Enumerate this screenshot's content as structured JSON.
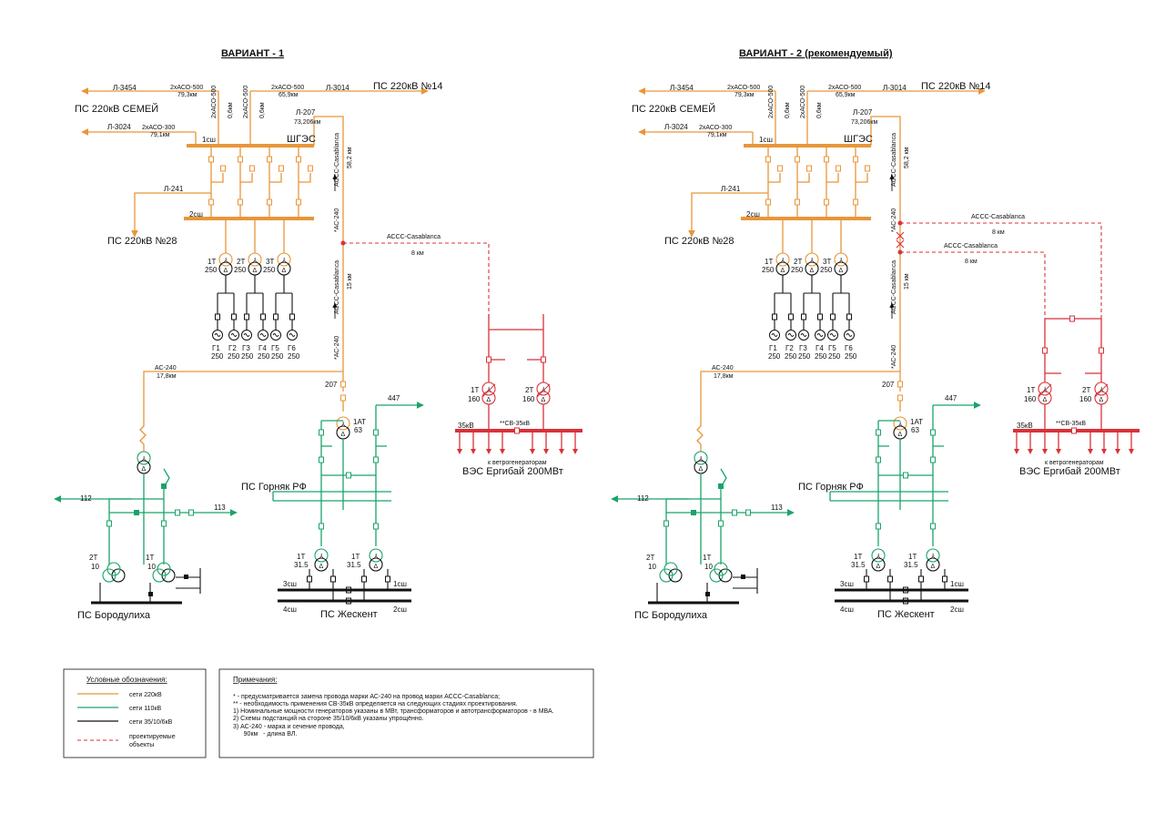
{
  "variant1": {
    "title": "ВАРИАНТ - 1",
    "l3454": "Л-3454",
    "l3454_w": "2хАСО-500",
    "l3454_km": "79,3км",
    "l3014": "Л-3014",
    "l3014_w": "2хАСО-500",
    "l3014_km": "65,9км",
    "ps14": "ПС 220кВ №14",
    "semey": "ПС 220кВ СЕМЕЙ",
    "l3024": "Л-3024",
    "l3024_w": "2хАСО-300",
    "l3024_km": "79,1км",
    "l207": "Л-207",
    "l207_km": "73,206км",
    "v1": "2хАСО-500",
    "v1b": "0,6км",
    "v2": "2хАСО-500",
    "v2b": "0,6км",
    "bus1": "1сш",
    "shges": "ШГЭС",
    "bus2": "2сш",
    "l241": "Л-241",
    "ps28": "ПС 220кВ №28",
    "t1": "1Т",
    "t1v": "250",
    "t2": "2Т",
    "t2v": "250",
    "t3": "3Т",
    "t3v": "250",
    "gens": [
      "Г1",
      "Г2",
      "Г3",
      "Г4",
      "Г5",
      "Г6"
    ],
    "genv": "250",
    "accc1": "АССС-Casablanca",
    "km582": "58,2 км",
    "ac240a": "*АС-240",
    "accc2": "АССС-Casablanca",
    "km8": "8 км",
    "km15": "15 км",
    "accc3": "АССС-Casablanca",
    "ac240b": "*АС-240",
    "ac240c": "АС-240",
    "km178": "17,8км",
    "n207": "207",
    "n447": "447",
    "at1": "1АТ",
    "at1v": "63",
    "gornyak": "ПС Горняк РФ",
    "n112": "112",
    "n113": "113",
    "b2t": "2Т",
    "b2tv": "10",
    "b1t": "1Т",
    "b1tv": "10",
    "borod": "ПС Бородулиха",
    "z1t": "1Т",
    "z1tv": "31.5",
    "z2t": "1Т",
    "z2tv": "31.5",
    "zh3": "3сш",
    "zh1": "1сш",
    "zh4": "4сш",
    "zh2": "2сш",
    "zhesk": "ПС Жескент",
    "w1": "1Т",
    "w1v": "160",
    "w2": "2Т",
    "w2v": "160",
    "w35": "35кВ",
    "wsv": "**СВ-35кВ",
    "wgen": "к ветрогенераторам",
    "wes": "ВЭС Ергибай 200МВт"
  },
  "variant2": {
    "title": "ВАРИАНТ - 2 (рекомендуемый)",
    "l3454": "Л-3454",
    "l3454_w": "2хАСО-500",
    "l3454_km": "79,3км",
    "l3014": "Л-3014",
    "l3014_w": "2хАСО-500",
    "l3014_km": "65,9км",
    "ps14": "ПС 220кВ №14",
    "semey": "ПС 220кВ СЕМЕЙ",
    "l3024": "Л-3024",
    "l3024_w": "2хАСО-300",
    "l3024_km": "79,1км",
    "l207": "Л-207",
    "l207_km": "73,206км",
    "v1": "2хАСО-500",
    "v1b": "0,6км",
    "v2": "2хАСО-500",
    "v2b": "0,6км",
    "bus1": "1сш",
    "shges": "ШГЭС",
    "bus2": "2сш",
    "l241": "Л-241",
    "ps28": "ПС 220кВ №28",
    "t1": "1Т",
    "t1v": "250",
    "t2": "2Т",
    "t2v": "250",
    "t3": "3Т",
    "t3v": "250",
    "gens": [
      "Г1",
      "Г2",
      "Г3",
      "Г4",
      "Г5",
      "Г6"
    ],
    "genv": "250",
    "accc1": "АССС-Casablanca",
    "km582": "58,2 км",
    "ac240a": "*АС-240",
    "accc2": "АССС-Casablanca",
    "km8a": "8 км",
    "accc4": "АССС-Casablanca",
    "km8b": "8 км",
    "km15": "15 км",
    "accc3": "АССС-Casablanca",
    "ac240b": "*АС-240",
    "ac240c": "АС-240",
    "km178": "17,8км",
    "n207": "207",
    "n447": "447",
    "at1": "1АТ",
    "at1v": "63",
    "gornyak": "ПС Горняк РФ",
    "n112": "112",
    "n113": "113",
    "b2t": "2Т",
    "b2tv": "10",
    "b1t": "1Т",
    "b1tv": "10",
    "borod": "ПС Бородулиха",
    "z1t": "1Т",
    "z1tv": "31.5",
    "z2t": "1Т",
    "z2tv": "31.5",
    "zh3": "3сш",
    "zh1": "1сш",
    "zh4": "4сш",
    "zh2": "2сш",
    "zhesk": "ПС Жескент",
    "w1": "1Т",
    "w1v": "160",
    "w2": "2Т",
    "w2v": "160",
    "w35": "35кВ",
    "wsv": "**СВ-35кВ",
    "wgen": "к ветрогенераторам",
    "wes": "ВЭС Ергибай 200МВт"
  },
  "legend": {
    "title": "Условные обозначения:",
    "items": [
      "сети 220кВ",
      "сети 110кВ",
      "сети 35/10/6кВ",
      "проектируемые",
      "объекты"
    ],
    "colors": {
      "kv220": "#e8963a",
      "kv110": "#1aa36a",
      "kv35": "#111111",
      "planned": "#d8323a"
    }
  },
  "notes": {
    "title": "Примечания:",
    "lines": [
      "* -  предусматривается замена провода марки АС-240 на провод марки АССС-Casablanca;",
      "** - необходимость применения СВ-35кВ определяется на следующих стадиях проектирования.",
      "1) Номинальные мощности генераторов указаны в МВт, трансформаторов и автотрансформаторов - в МВА.",
      "2) Схемы подстанций на стороне 35/10/6кВ указаны упрощённо.",
      "3) АС-240 - марка и сечение провода,",
      "      90км   - длина ВЛ."
    ]
  }
}
